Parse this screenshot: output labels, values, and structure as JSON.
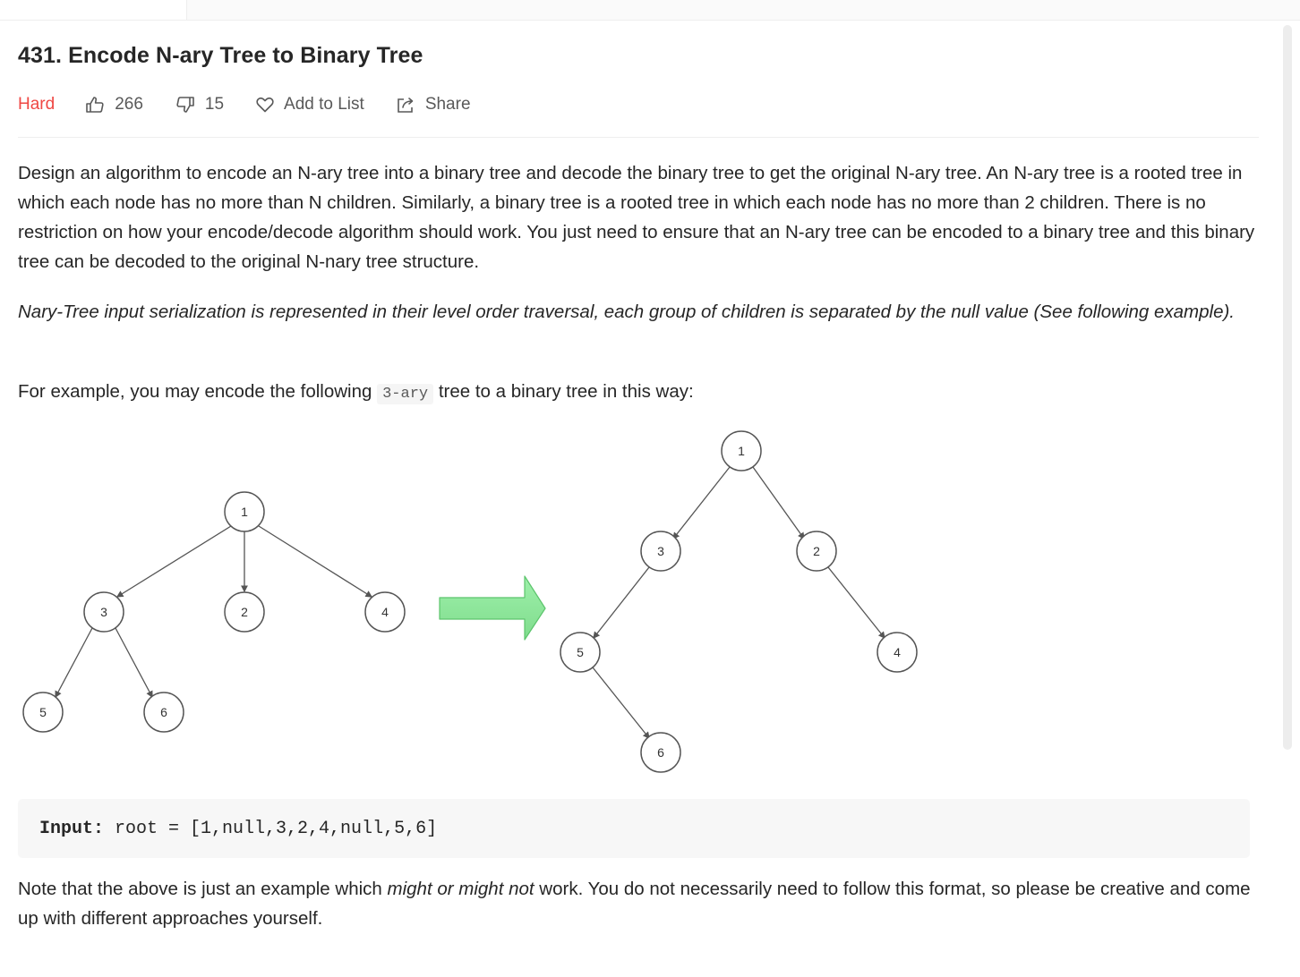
{
  "problem": {
    "title": "431. Encode N-ary Tree to Binary Tree",
    "difficulty": "Hard",
    "likes": "266",
    "dislikes": "15",
    "add_to_list": "Add to List",
    "share": "Share"
  },
  "description": {
    "p1": "Design an algorithm to encode an N-ary tree into a binary tree and decode the binary tree to get the original N-ary tree. An N-ary tree is a rooted tree in which each node has no more than N children. Similarly, a binary tree is a rooted tree in which each node has no more than 2 children. There is no restriction on how your encode/decode algorithm should work. You just need to ensure that an N-ary tree can be encoded to a binary tree and this binary tree can be decoded to the original N-nary tree structure.",
    "p2": "Nary-Tree input serialization is represented in their level order traversal, each group of children is separated by the null value (See following example).",
    "p3_before": "For example, you may encode the following ",
    "p3_code": "3-ary",
    "p3_after": " tree to a binary tree in this way:",
    "example_label": "Input:",
    "example_value": "root = [1,null,3,2,4,null,5,6]",
    "note_before": "Note that the above is just an example which ",
    "note_italic": "might or might not",
    "note_after": " work. You do not necessarily need to follow this format, so please be creative and come up with different approaches yourself."
  },
  "diagram": {
    "nary_tree": {
      "nodes": [
        "1",
        "3",
        "2",
        "4",
        "5",
        "6"
      ],
      "edges": [
        [
          "1",
          "3"
        ],
        [
          "1",
          "2"
        ],
        [
          "1",
          "4"
        ],
        [
          "3",
          "5"
        ],
        [
          "3",
          "6"
        ]
      ]
    },
    "binary_tree": {
      "nodes": [
        "1",
        "3",
        "2",
        "5",
        "4",
        "6"
      ],
      "edges": [
        [
          "1",
          "3"
        ],
        [
          "1",
          "2"
        ],
        [
          "3",
          "5"
        ],
        [
          "2",
          "4"
        ],
        [
          "5",
          "6"
        ]
      ]
    },
    "arrow_color": "#8ee59b"
  },
  "colors": {
    "difficulty_hard": "#ef4743",
    "text": "#262626",
    "muted": "#595959"
  }
}
